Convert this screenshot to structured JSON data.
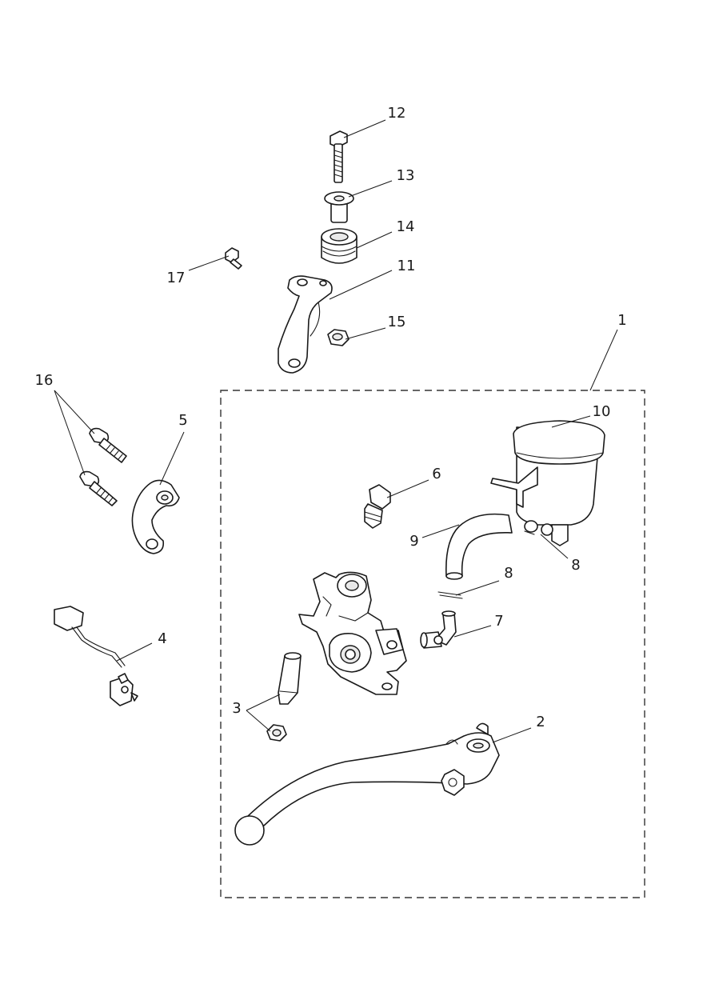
{
  "diagram": {
    "callouts": {
      "c1": "1",
      "c2": "2",
      "c3": "3",
      "c4": "4",
      "c5": "5",
      "c6": "6",
      "c7": "7",
      "c8a": "8",
      "c8b": "8",
      "c9": "9",
      "c10": "10",
      "c11": "11",
      "c12": "12",
      "c13": "13",
      "c14": "14",
      "c15": "15",
      "c16": "16",
      "c17": "17"
    }
  },
  "colors": {
    "line": "#1a1a1a",
    "background": "#ffffff",
    "dashed_box": "#333333"
  }
}
